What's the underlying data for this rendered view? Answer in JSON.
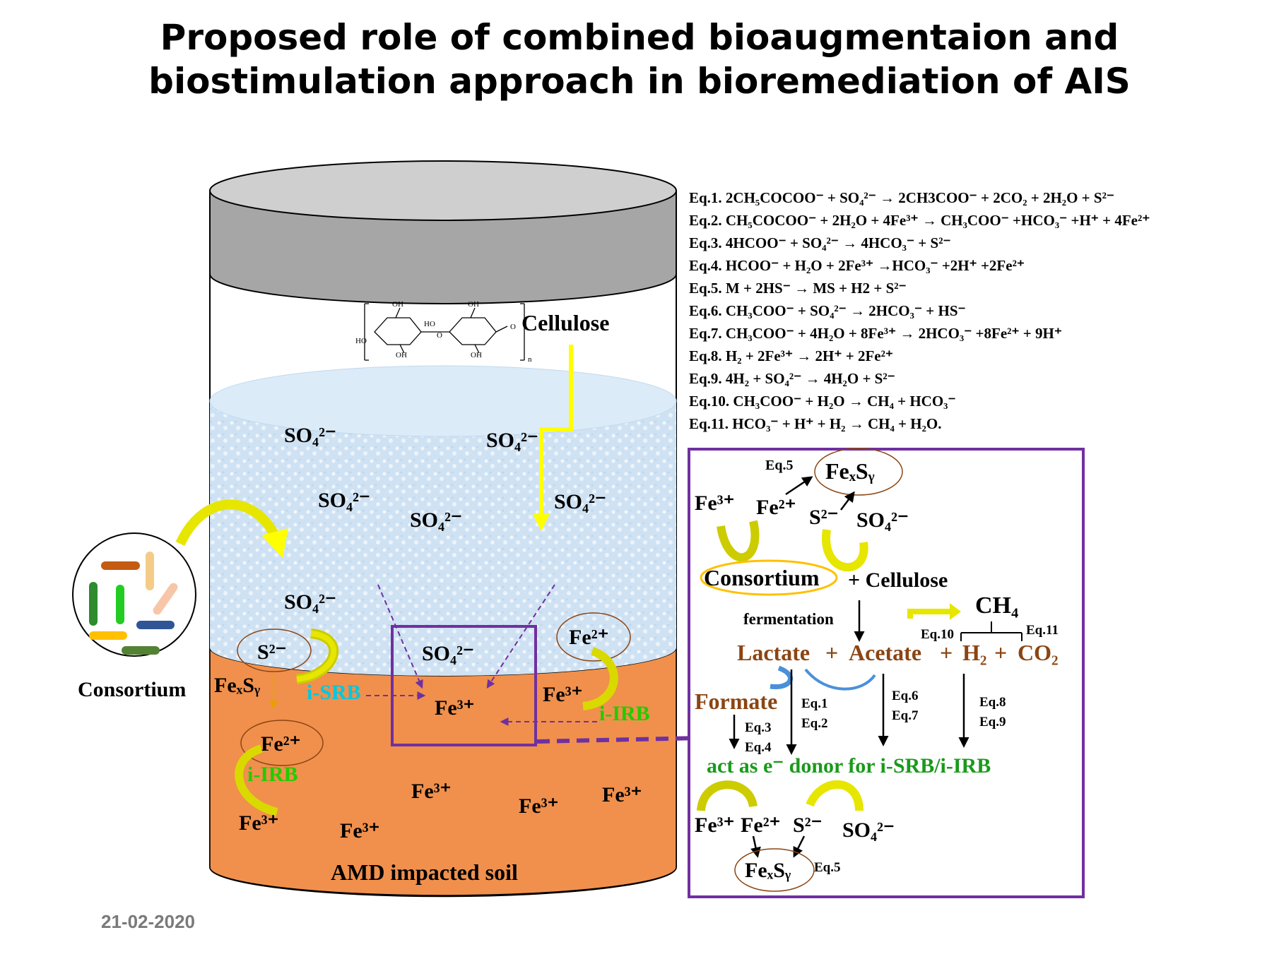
{
  "title": {
    "line1": "Proposed role of combined bioaugmentaion and",
    "line2": "biostimulation approach in bioremediation of AIS"
  },
  "date": "21-02-2020",
  "equations": [
    "Eq.1. 2CH₅COCOO⁻ + SO₄²⁻ → 2CH3COO⁻ + 2CO₂ + 2H₂O + S²⁻",
    "Eq.2. CH₅COCOO⁻ + 2H₂O + 4Fe³⁺ → CH₃COO⁻ +HCO₃⁻ +H⁺ + 4Fe²⁺",
    "Eq.3. 4HCOO⁻ + SO₄²⁻ → 4HCO₃⁻ + S²⁻",
    "Eq.4. HCOO⁻ + H₂O + 2Fe³⁺ →HCO₃⁻ +2H⁺ +2Fe²⁺",
    "Eq.5. M + 2HS⁻ → MS + H2 + S²⁻",
    "Eq.6. CH₃COO⁻ + SO₄²⁻ → 2HCO₃⁻ + HS⁻",
    "Eq.7. CH₃COO⁻ + 4H₂O + 8Fe³⁺ → 2HCO₃⁻ +8Fe²⁺ + 9H⁺",
    "Eq.8. H₂ + 2Fe³⁺ → 2H⁺ + 2Fe²⁺",
    "Eq.9. 4H₂ + SO₄²⁻ → 4H₂O + S²⁻",
    "Eq.10. CH₃COO⁻ + H₂O → CH₄ + HCO₃⁻",
    "Eq.11. HCO₃⁻ + H⁺ + H₂ → CH₄ + H₂O."
  ],
  "tank": {
    "cellulose": "Cellulose",
    "sulfate": "SO₄²⁻",
    "ferric": "Fe³⁺",
    "ferrous": "Fe²⁺",
    "sulfide": "S²⁻",
    "fexsy": "FeₓSᵧ",
    "isrb": "i-SRB",
    "iirb": "i-IRB",
    "consortium": "Consortium",
    "soil": "AMD impacted soil",
    "molecule_labels": {
      "oh": "OH",
      "ho": "HO",
      "o": "O",
      "n": "n"
    }
  },
  "panel": {
    "eq5": "Eq.5",
    "fexsy": "FeₓSᵧ",
    "fe3": "Fe³⁺",
    "fe2": "Fe²⁺",
    "s2": "S²⁻",
    "so4": "SO₄²⁻",
    "consortium": "Consortium",
    "plus_cellulose": "+ Cellulose",
    "fermentation": "fermentation",
    "ch4": "CH₄",
    "eq10": "Eq.10",
    "eq11": "Eq.11",
    "lactate": "Lactate",
    "acetate": "Acetate",
    "h2": "H₂",
    "co2": "CO₂",
    "plus": "+",
    "formate": "Formate",
    "eq1": "Eq.1",
    "eq2": "Eq.2",
    "eq3": "Eq.3",
    "eq4": "Eq.4",
    "eq6": "Eq.6",
    "eq7": "Eq.7",
    "eq8": "Eq.8",
    "eq9": "Eq.9",
    "donor": "act as e⁻ donor for i-SRB/i-IRB"
  },
  "colors": {
    "water": "#cfe2f3",
    "soil": "#f0904c",
    "lid": "#a6a6a6",
    "arrow_yellow": "#ffff00",
    "purple": "#7030a0",
    "brown_text": "#8b4513",
    "green_text": "#1a9a1a",
    "cyan_text": "#00c8e0",
    "lime_text": "#22cc00"
  }
}
